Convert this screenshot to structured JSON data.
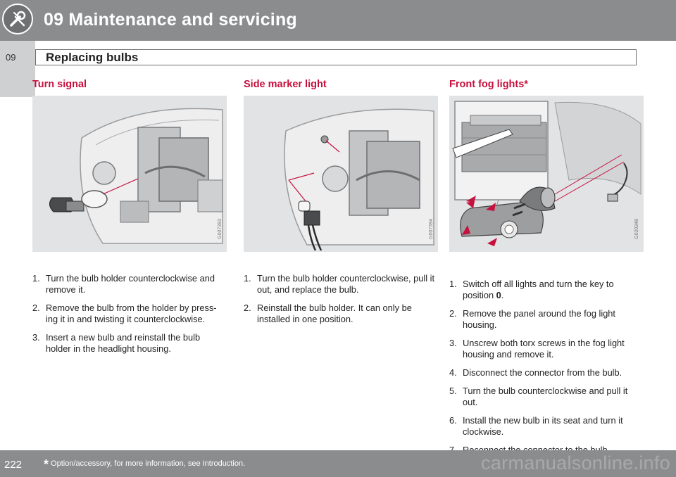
{
  "header": {
    "chapter_title": "09 Maintenance and servicing",
    "icon": "wrench-screwdriver-icon"
  },
  "side_tab": {
    "label": "09"
  },
  "section": {
    "title": "Replacing bulbs"
  },
  "columns": [
    {
      "title": "Turn signal",
      "figure_id": "G007393",
      "steps": [
        {
          "num": "1.",
          "text": "Turn the bulb holder counterclockwise and remove it."
        },
        {
          "num": "2.",
          "text": "Remove the bulb from the holder by press-ing it in and twisting it counterclockwise."
        },
        {
          "num": "3.",
          "text": "Insert a new bulb and reinstall the bulb holder in the headlight housing."
        }
      ]
    },
    {
      "title": "Side marker light",
      "figure_id": "G007394",
      "steps": [
        {
          "num": "1.",
          "text": "Turn the bulb holder counterclockwise, pull it out, and replace the bulb."
        },
        {
          "num": "2.",
          "text": "Reinstall the bulb holder. It can only be installed in one position."
        }
      ]
    },
    {
      "title": "Front fog lights*",
      "figure_id": "G020348",
      "steps": [
        {
          "num": "1.",
          "text": "Switch off all lights and turn the key to position ",
          "bold": "0",
          "after": "."
        },
        {
          "num": "2.",
          "text": "Remove the panel around the fog light housing."
        },
        {
          "num": "3.",
          "text": "Unscrew both torx screws in the fog light housing and remove it."
        },
        {
          "num": "4.",
          "text": "Disconnect the connector from the bulb."
        },
        {
          "num": "5.",
          "text": "Turn the bulb counterclockwise and pull it out."
        },
        {
          "num": "6.",
          "text": "Install the new bulb in its seat and turn it clockwise."
        },
        {
          "num": "7.",
          "text": "Reconnect the connector to the bulb."
        }
      ]
    }
  ],
  "footer": {
    "page_number": "222",
    "footnote_star": "*",
    "footnote": "Option/accessory, for more information, see Introduction.",
    "watermark": "carmanualsonline.info"
  },
  "colors": {
    "band_gray": "#8a8c8e",
    "accent_red": "#c6103d",
    "figure_bg": "#e2e3e4"
  }
}
